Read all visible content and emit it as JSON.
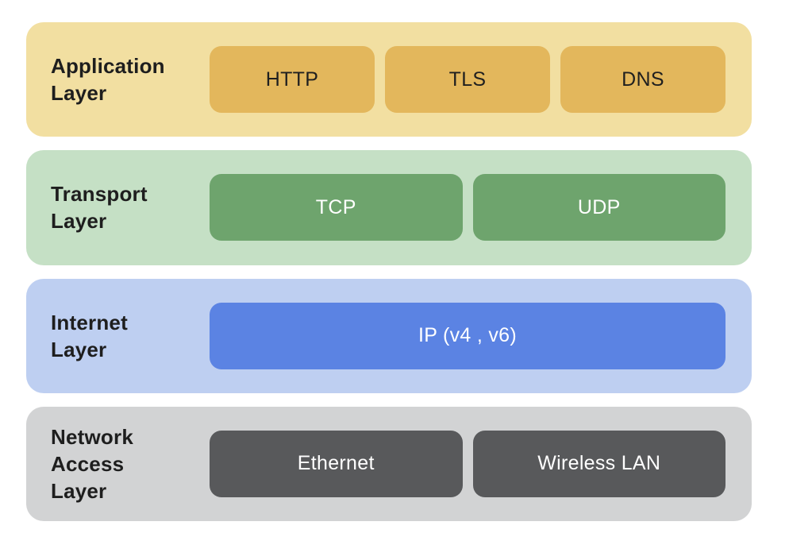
{
  "colors": {
    "background": "#FFFFFF",
    "label_text": "#1E1E1E",
    "application_panel": "#F2DFA1",
    "application_box": "#E3B75C",
    "application_box_text": "#1F1F1F",
    "transport_panel": "#C5E0C5",
    "transport_box": "#6EA46D",
    "transport_box_text": "#FFFFFF",
    "internet_panel": "#BECFF1",
    "internet_box": "#5B83E3",
    "internet_box_text": "#FFFFFF",
    "network_access_panel": "#D2D3D4",
    "network_access_box": "#58595B",
    "network_access_box_text": "#FFFFFF"
  },
  "layers": [
    {
      "label": "Application\nLayer",
      "panel_color": "#F2DFA1",
      "box_color": "#E3B75C",
      "box_text_color": "#1F1F1F",
      "protocols": [
        "HTTP",
        "TLS",
        "DNS"
      ]
    },
    {
      "label": "Transport\nLayer",
      "panel_color": "#C5E0C5",
      "box_color": "#6EA46D",
      "box_text_color": "#FFFFFF",
      "protocols": [
        "TCP",
        "UDP"
      ]
    },
    {
      "label": "Internet\nLayer",
      "panel_color": "#BECFF1",
      "box_color": "#5B83E3",
      "box_text_color": "#FFFFFF",
      "protocols": [
        "IP (v4 , v6)"
      ]
    },
    {
      "label": "Network\nAccess\nLayer",
      "panel_color": "#D2D3D4",
      "box_color": "#58595B",
      "box_text_color": "#FFFFFF",
      "protocols": [
        "Ethernet",
        "Wireless LAN"
      ]
    }
  ]
}
